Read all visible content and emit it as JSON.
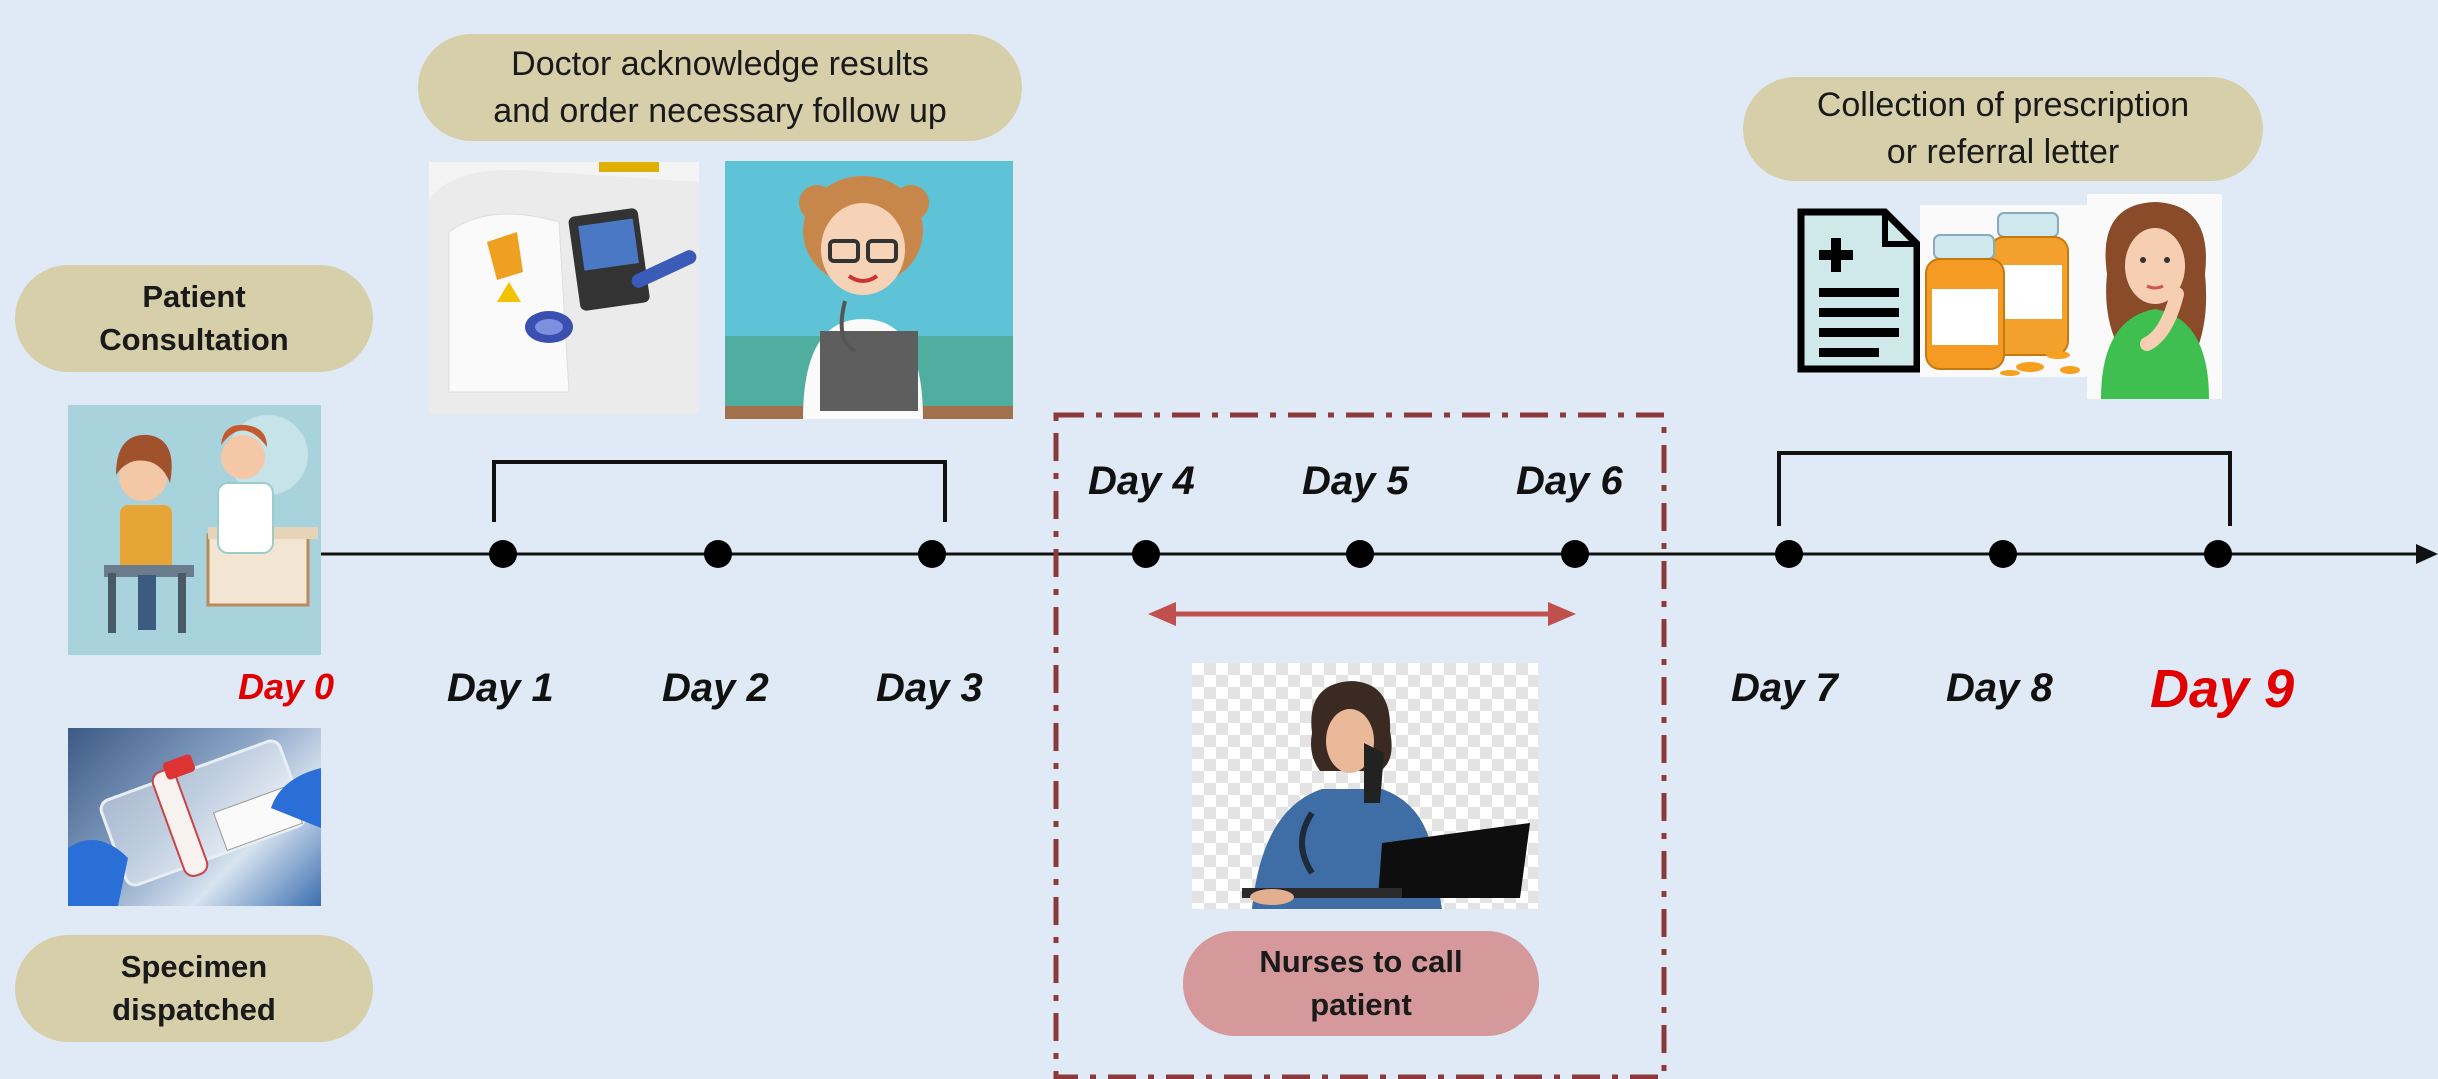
{
  "days": {
    "d0": "Day 0",
    "d1": "Day 1",
    "d2": "Day 2",
    "d3": "Day 3",
    "d4": "Day 4",
    "d5": "Day 5",
    "d6": "Day 6",
    "d7": "Day 7",
    "d8": "Day 8",
    "d9": "Day 9"
  },
  "labels": {
    "patient_consultation": "Patient\nConsultation",
    "specimen_dispatched": "Specimen\ndispatched",
    "doctor_ack": "Doctor acknowledge results\nand order necessary follow up",
    "collection": "Collection of prescription\nor referral letter",
    "nurses_call": "Nurses to call\npatient"
  },
  "images": {
    "consultation": "consultation-illustration",
    "specimen": "specimen-bag-photo",
    "analyzer": "lab-analyzer-photo",
    "doctor": "doctor-at-laptop-illustration",
    "prescription": "prescription-document-icon",
    "vitamins": "vitamin-bottles-illustration",
    "woman": "thinking-woman-illustration",
    "nurse": "nurse-on-phone-photo"
  },
  "colors": {
    "background": "#dfeaf6",
    "pill_tan": "#d6cfaa",
    "pill_rose": "#d6999b",
    "highlight_red": "#e00000",
    "dashed_box": "#8b3a3a",
    "double_arrow": "#c0504d"
  }
}
